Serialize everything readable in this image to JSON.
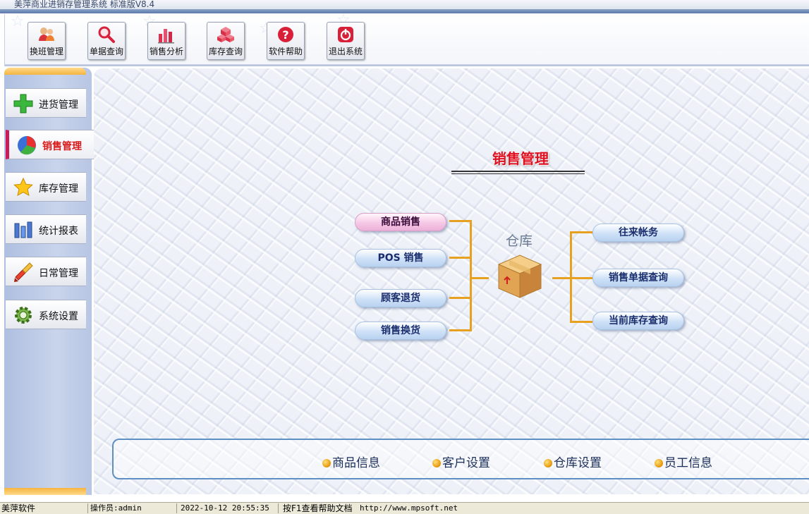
{
  "window": {
    "title": "美萍商业进销存管理系统 标准版V8.4"
  },
  "toolbar": {
    "buttons": [
      {
        "label": "换班管理",
        "icon": "users-icon"
      },
      {
        "label": "单据查询",
        "icon": "magnifier-icon"
      },
      {
        "label": "销售分析",
        "icon": "bar-chart-icon"
      },
      {
        "label": "库存查询",
        "icon": "boxes-icon"
      },
      {
        "label": "软件帮助",
        "icon": "help-icon"
      },
      {
        "label": "退出系统",
        "icon": "power-icon"
      }
    ]
  },
  "sidebar": {
    "items": [
      {
        "label": "进货管理",
        "icon": "green-plus-icon"
      },
      {
        "label": "销售管理",
        "icon": "pie-chart-icon",
        "active": true
      },
      {
        "label": "库存管理",
        "icon": "star-icon"
      },
      {
        "label": "统计报表",
        "icon": "bar-chart-icon"
      },
      {
        "label": "日常管理",
        "icon": "brush-icon"
      },
      {
        "label": "系统设置",
        "icon": "gear-icon"
      }
    ]
  },
  "main": {
    "heading": "销售管理",
    "left_buttons": [
      "商品销售",
      "POS 销售",
      "顾客退货",
      "销售换货"
    ],
    "center_label": "仓库",
    "right_buttons": [
      "往来帐务",
      "销售单据查询",
      "当前库存查询"
    ],
    "footer_links": [
      "商品信息",
      "客户设置",
      "仓库设置",
      "员工信息"
    ]
  },
  "status": {
    "company": "美萍软件",
    "operator": "操作员:admin",
    "datetime": "2022-10-12 20:55:35",
    "help": "按F1查看帮助文档",
    "url": "http://www.mpsoft.net"
  },
  "colors": {
    "heading": "#e01020",
    "active_item": "#cc1b5a",
    "bracket": "#e8a020",
    "footer_border": "#5d8fc2"
  }
}
